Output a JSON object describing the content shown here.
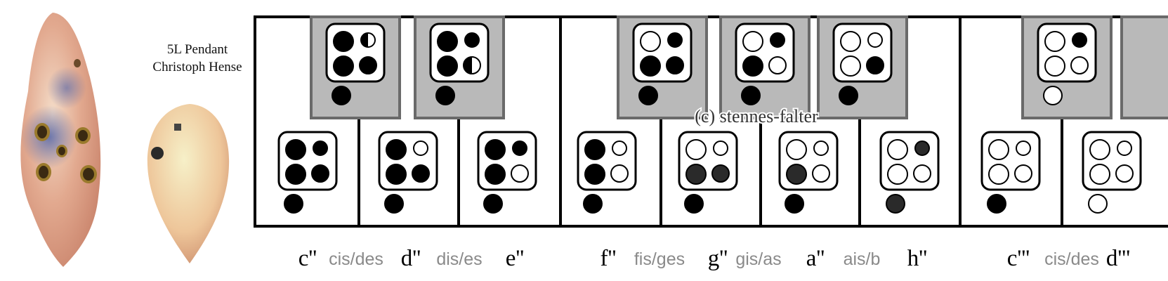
{
  "title": {
    "line1": "5L Pendant",
    "line2": "Christoph Hense"
  },
  "watermark": "(c) stennes-falter",
  "colors": {
    "closed": "#000000",
    "half_dark": "#2a2a2a",
    "open": "#ffffff",
    "sharp_key": "#b9b9b9",
    "outline": "#000000"
  },
  "natural_notes": [
    {
      "label": "c''",
      "holes": {
        "tl": "closed",
        "tr": "closed",
        "bl": "closed",
        "br": "closed",
        "thumb": "closed"
      }
    },
    {
      "label": "d''",
      "holes": {
        "tl": "closed",
        "tr": "open",
        "bl": "closed",
        "br": "closed",
        "thumb": "closed"
      }
    },
    {
      "label": "e''",
      "holes": {
        "tl": "closed",
        "tr": "closed",
        "bl": "closed",
        "br": "open",
        "thumb": "closed"
      }
    },
    {
      "label": "f''",
      "holes": {
        "tl": "closed",
        "tr": "open",
        "bl": "closed",
        "br": "open",
        "thumb": "closed"
      }
    },
    {
      "label": "g''",
      "holes": {
        "tl": "open",
        "tr": "open",
        "bl": "dark",
        "br": "dark",
        "thumb": "closed"
      }
    },
    {
      "label": "a''",
      "holes": {
        "tl": "open",
        "tr": "open",
        "bl": "dark",
        "br": "open",
        "thumb": "closed"
      }
    },
    {
      "label": "h''",
      "holes": {
        "tl": "open",
        "tr": "dark",
        "bl": "open",
        "br": "open",
        "thumb": "dark"
      }
    },
    {
      "label": "c'''",
      "holes": {
        "tl": "open",
        "tr": "open",
        "bl": "open",
        "br": "open",
        "thumb": "closed"
      }
    },
    {
      "label": "d'''",
      "holes": {
        "tl": "open",
        "tr": "open",
        "bl": "open",
        "br": "open",
        "thumb": "open"
      }
    }
  ],
  "sharp_notes": [
    {
      "label": "cis/des",
      "holes": {
        "tl": "closed",
        "tr": "half",
        "bl": "closed",
        "br": "closed",
        "thumb": "closed"
      }
    },
    {
      "label": "dis/es",
      "holes": {
        "tl": "closed",
        "tr": "closed",
        "bl": "closed",
        "br": "half",
        "thumb": "closed"
      }
    },
    {
      "label": "fis/ges",
      "holes": {
        "tl": "open",
        "tr": "closed",
        "bl": "closed",
        "br": "closed",
        "thumb": "closed"
      }
    },
    {
      "label": "gis/as",
      "holes": {
        "tl": "open",
        "tr": "closed",
        "bl": "closed",
        "br": "open",
        "thumb": "closed"
      }
    },
    {
      "label": "ais/b",
      "holes": {
        "tl": "open",
        "tr": "open",
        "bl": "open",
        "br": "closed",
        "thumb": "closed"
      }
    },
    {
      "label": "cis/des",
      "holes": {
        "tl": "open",
        "tr": "closed",
        "bl": "open",
        "br": "open",
        "thumb": "open"
      }
    },
    {
      "label": "",
      "holes": null
    }
  ]
}
